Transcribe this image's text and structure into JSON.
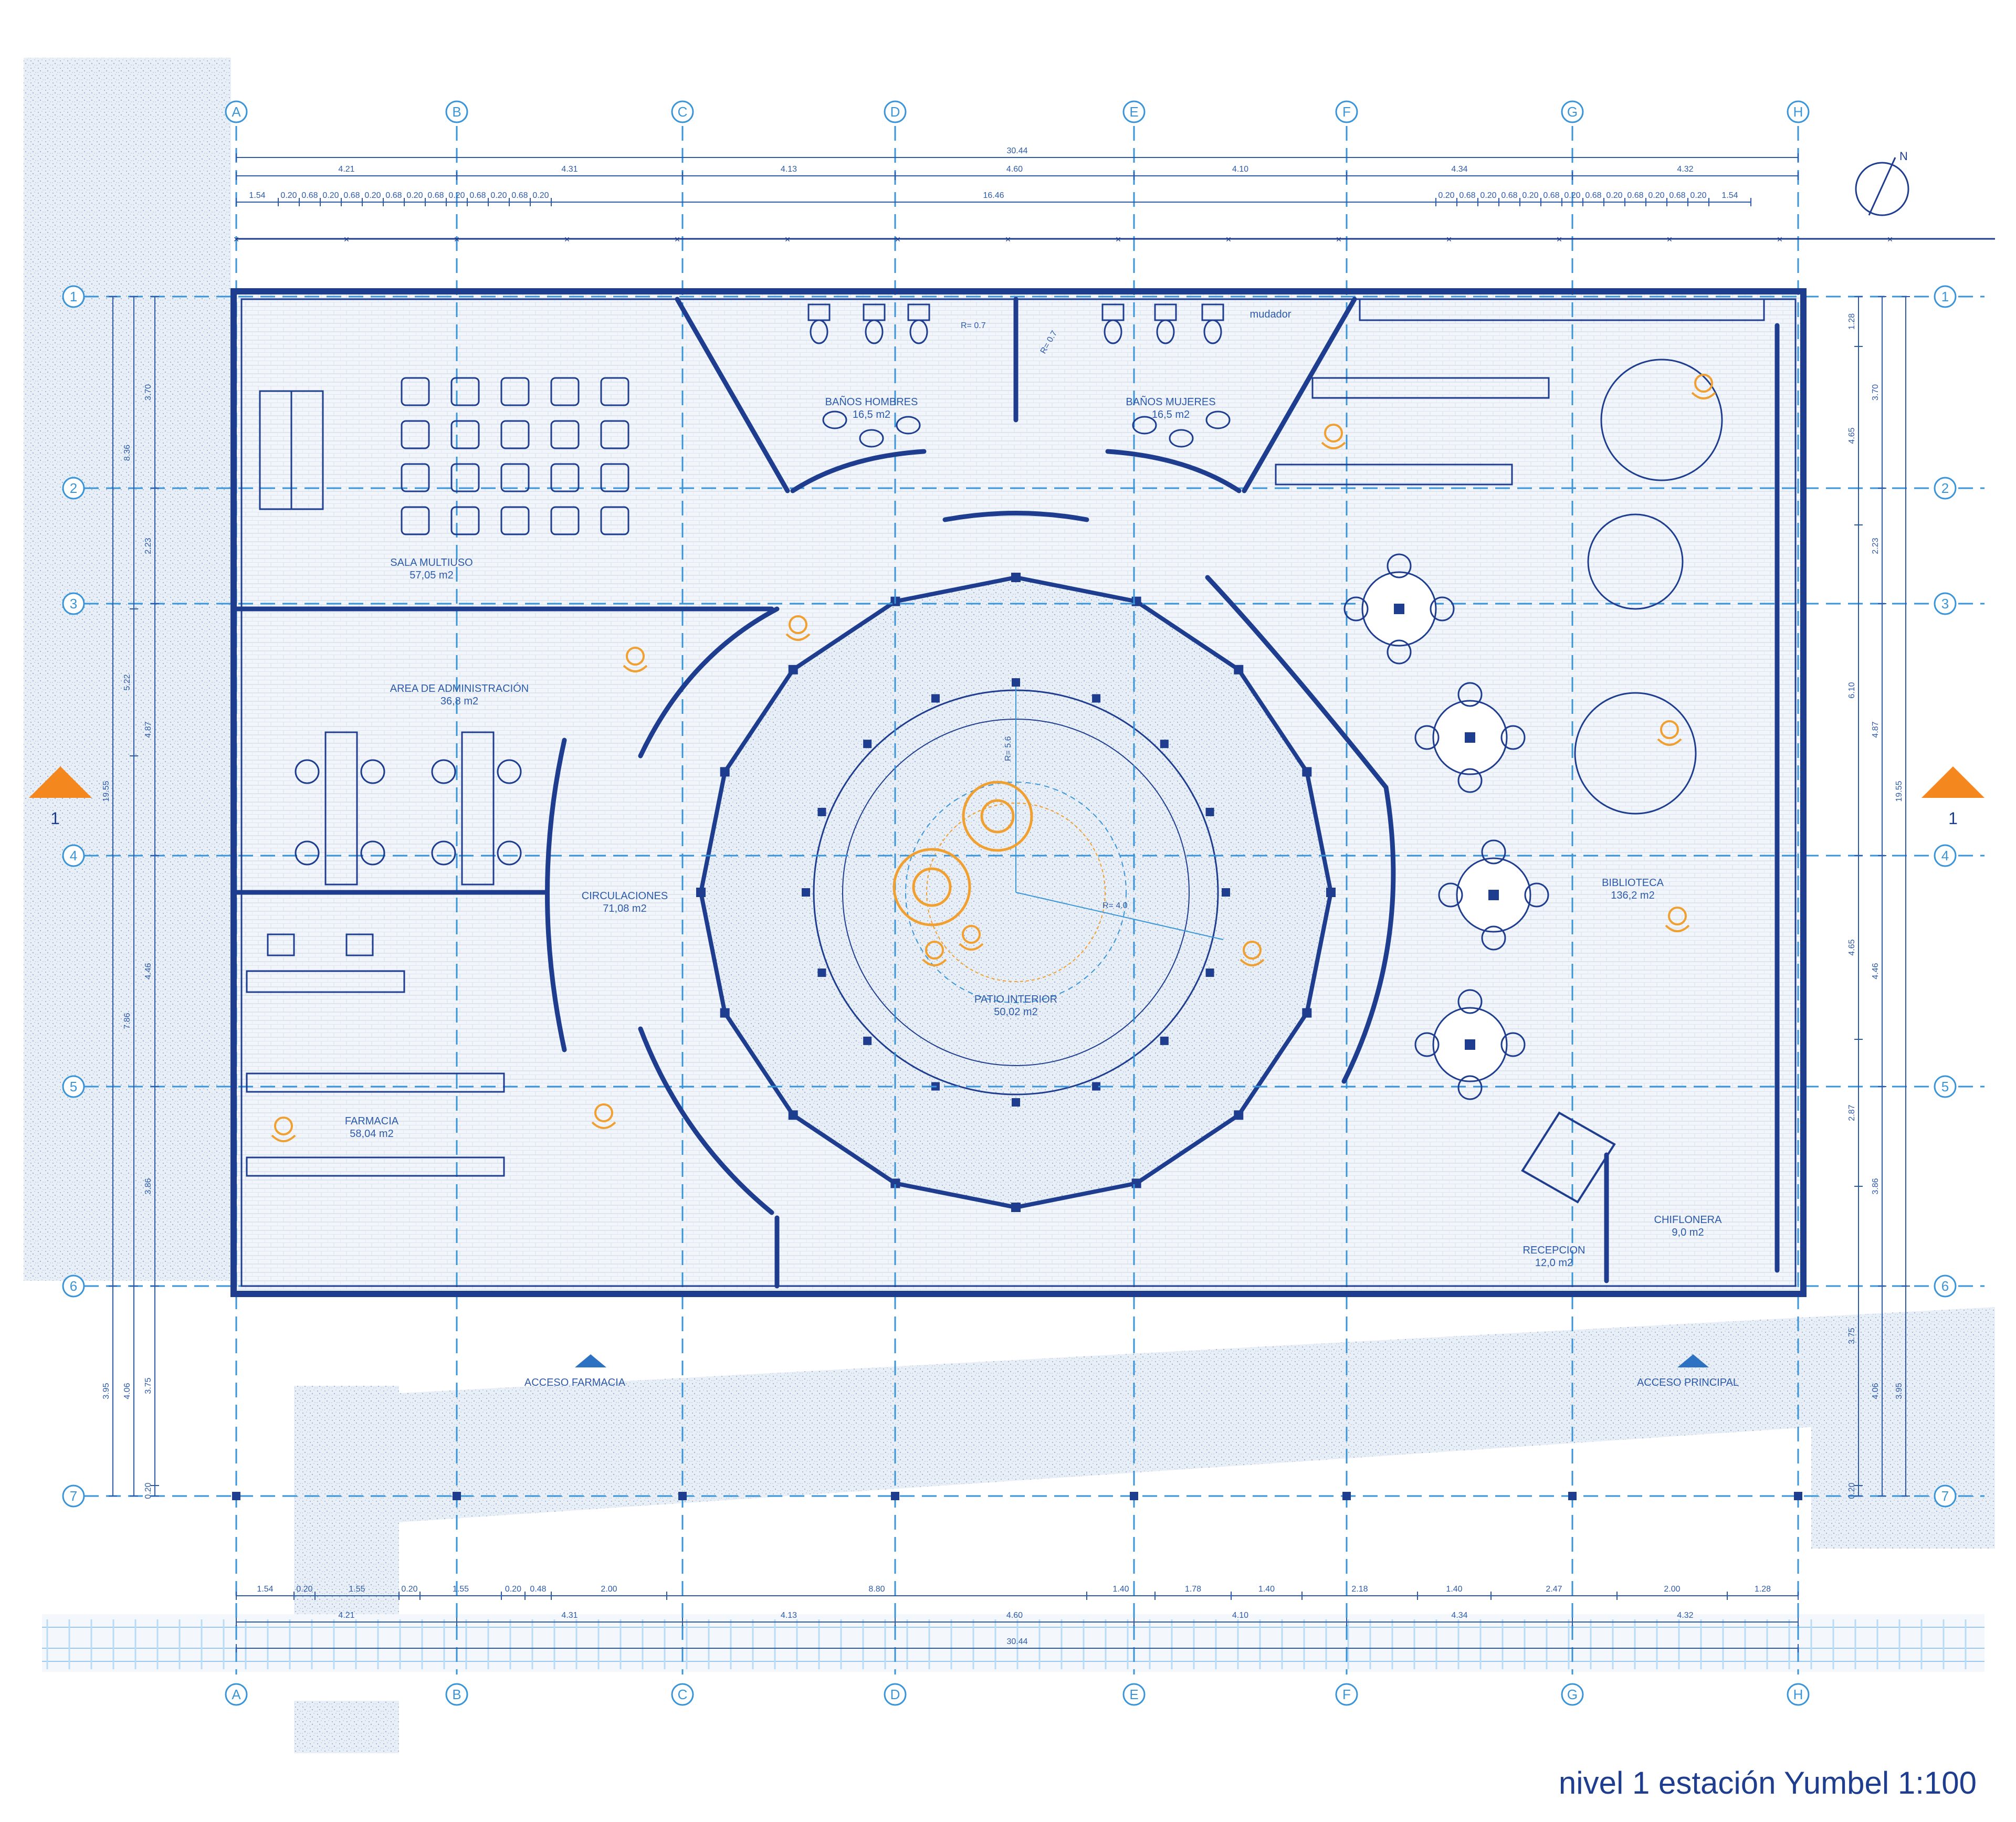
{
  "grid": {
    "columns": [
      "A",
      "B",
      "C",
      "D",
      "E",
      "F",
      "G",
      "H"
    ],
    "rows": [
      "1",
      "2",
      "3",
      "4",
      "5",
      "6",
      "7"
    ]
  },
  "dimensions": {
    "top_total": "30.44",
    "top_spans": [
      "4.21",
      "4.31",
      "4.13",
      "4.60",
      "4.10",
      "4.34",
      "4.32"
    ],
    "top_detail_left": [
      "1.54",
      "0.20",
      "0.68",
      "0.20",
      "0.68",
      "0.20",
      "0.68",
      "0.20",
      "0.68",
      "0.20",
      "0.68",
      "0.20",
      "0.68",
      "0.20"
    ],
    "top_detail_mid": "16.46",
    "top_detail_right": [
      "0.20",
      "0.68",
      "0.20",
      "0.68",
      "0.20",
      "0.68",
      "0.20",
      "0.68",
      "0.20",
      "0.68",
      "0.20",
      "0.68",
      "0.20",
      "1.54"
    ],
    "bottom_detail": [
      "1.54",
      "0.20",
      "1.55",
      "0.20",
      "1.55",
      "0.20",
      "0.48",
      "2.00",
      "8.80",
      "1.40",
      "1.78",
      "1.40",
      "2.18",
      "1.40",
      "2.47",
      "2.00",
      "1.28"
    ],
    "bottom_spans": [
      "4.21",
      "4.31",
      "4.13",
      "4.60",
      "4.10",
      "4.34",
      "4.32"
    ],
    "bottom_total": "30.44",
    "left_outer": [
      "19.55",
      "3.95"
    ],
    "left_mid": [
      "8.36",
      "5.22",
      "7.86",
      "4.06"
    ],
    "left_inner": [
      "3.70",
      "2.23",
      "4.87",
      "4.46",
      "3.86",
      "3.75",
      "0.20"
    ],
    "right_outer": [
      "19.55",
      "3.95"
    ],
    "right_mid": [
      "1.28",
      "4.65",
      "6.10",
      "4.65",
      "2.87",
      "3.75",
      "0.20"
    ],
    "right_inner": [
      "3.70",
      "2.23",
      "4.87",
      "4.46",
      "3.86",
      "4.06"
    ]
  },
  "rooms": [
    {
      "name": "SALA MULTIUSO",
      "area": "57,05 m2"
    },
    {
      "name": "BAÑOS HOMBRES",
      "area": "16,5 m2"
    },
    {
      "name": "BAÑOS MUJERES",
      "area": "16,5 m2"
    },
    {
      "name": "AREA DE ADMINISTRACIÓN",
      "area": "36,8 m2"
    },
    {
      "name": "CIRCULACIONES",
      "area": "71,08 m2"
    },
    {
      "name": "PATIO INTERIOR",
      "area": "50,02 m2"
    },
    {
      "name": "BIBLIOTECA",
      "area": "136,2 m2"
    },
    {
      "name": "FARMACIA",
      "area": "58,04 m2"
    },
    {
      "name": "RECEPCION",
      "area": "12,0 m2"
    },
    {
      "name": "CHIFLONERA",
      "area": "9,0 m2"
    }
  ],
  "labels": {
    "mudador": "mudador",
    "radius_toilet_1": "R= 0.7",
    "radius_toilet_2": "R= 0.7",
    "radius_patio_vertical": "R= 5.6",
    "radius_patio": "R= 4.0",
    "access_pharmacy": "ACCESO FARMACIA",
    "access_main": "ACCESO PRINCIPAL",
    "section_left": "1",
    "section_right": "1",
    "north": "N"
  },
  "title": "nivel 1 estación Yumbel 1:100",
  "colors": {
    "wall": "#1f3d8f",
    "grid": "#3a95d8",
    "hatch": "#c9d6e8",
    "furniture_accent": "#f0a030",
    "section_marker": "#f5871f",
    "access_marker": "#2d72c2"
  }
}
